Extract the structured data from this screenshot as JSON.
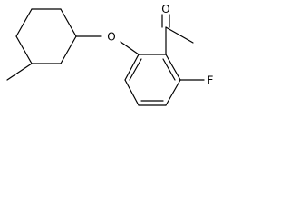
{
  "molecule": {
    "atom_labels": {
      "oxygen_ketone": "O",
      "oxygen_ether": "O",
      "fluorine": "F"
    }
  }
}
